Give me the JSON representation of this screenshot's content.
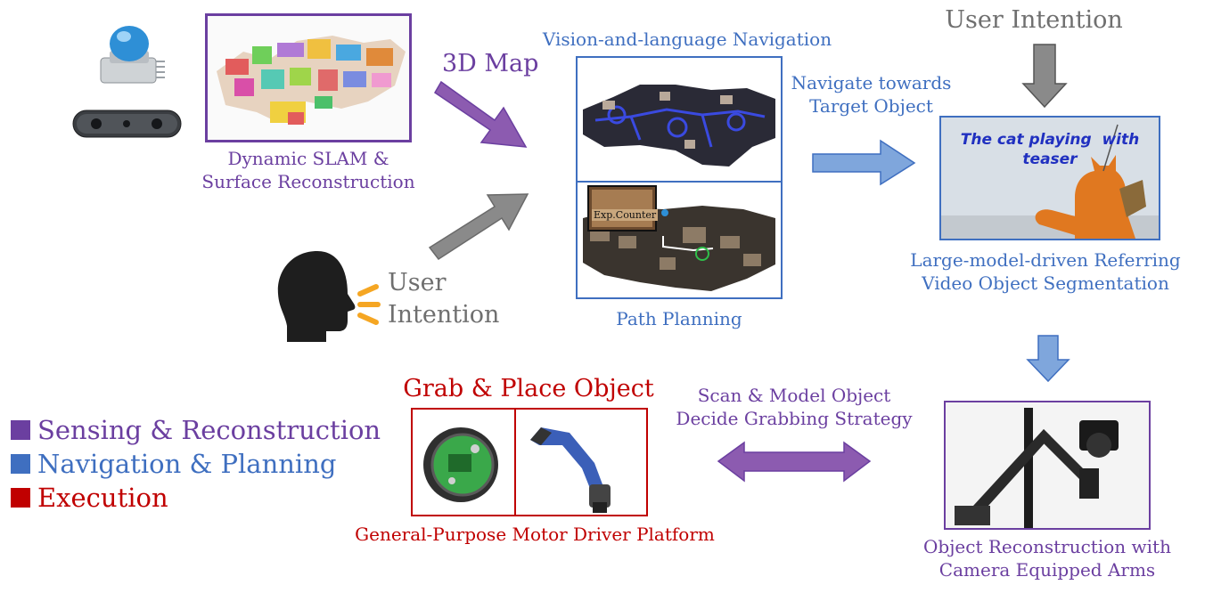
{
  "colors": {
    "sensing": "#6b3fa0",
    "navigation": "#3f6fc0",
    "execution": "#c00000",
    "arrow_purple": "#8c5bb0",
    "arrow_blue": "#7fa6dc",
    "arrow_gray": "#8a8a8a"
  },
  "sensing": {
    "label_line1": "Dynamic SLAM &",
    "label_line2": "Surface Reconstruction",
    "map_arrow_label": "3D Map"
  },
  "voice": {
    "label_line1": "User",
    "label_line2": "Intention",
    "icon": "speaking-head-icon"
  },
  "navigation": {
    "title": "Vision-and-language Navigation",
    "path_label": "Path Planning",
    "inset_label": "Exp.Counter",
    "navigate_line1": "Navigate towards",
    "navigate_line2": "Target Object"
  },
  "segmentation": {
    "user_intention": "User Intention",
    "caption_line1": "The cat playing  with",
    "caption_line2": "teaser",
    "label_line1": "Large-model-driven Referring",
    "label_line2": "Video Object Segmentation"
  },
  "object_reconstruction": {
    "label_line1": "Object Reconstruction with",
    "label_line2": "Camera Equipped Arms"
  },
  "scan": {
    "line1": "Scan & Model Object",
    "line2": "Decide Grabbing Strategy"
  },
  "execution": {
    "title": "Grab & Place Object",
    "platform_label": "General-Purpose Motor Driver Platform"
  },
  "legend": [
    {
      "label": "Sensing & Reconstruction"
    },
    {
      "label": "Navigation & Planning"
    },
    {
      "label": "Execution"
    }
  ]
}
